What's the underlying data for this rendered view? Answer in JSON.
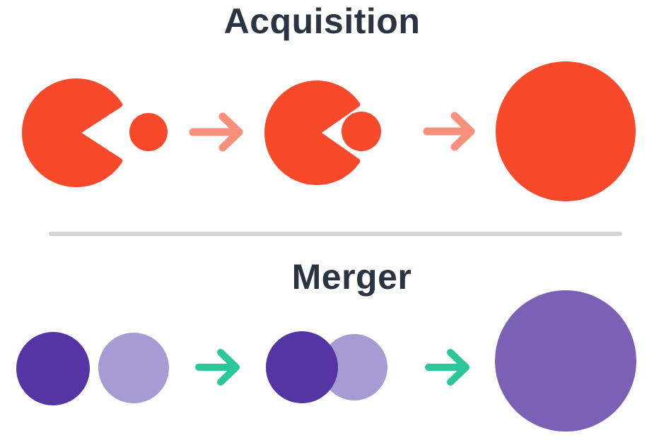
{
  "titles": {
    "acquisition": "Acquisition",
    "merger": "Merger"
  },
  "colors": {
    "background": "#ffffff",
    "title_text": "#2b3542",
    "acquisition_shape": "#f84a2b",
    "acquisition_arrow": "#f9907b",
    "merger_dark": "#5534a3",
    "merger_light": "#a79bd3",
    "merger_merged": "#7a61b6",
    "merger_arrow": "#2bc79b",
    "divider": "#d3d3d5"
  },
  "icons": {
    "acquisition_stage1": "pacman-acquirer-with-target-circle",
    "acquisition_stage2": "pacman-absorbing-target-circle",
    "acquisition_stage3": "single-combined-circle",
    "acquisition_arrow": "right-arrow",
    "merger_stage1": "two-separate-circles",
    "merger_stage2": "two-overlapping-circles",
    "merger_stage3": "single-merged-circle",
    "merger_arrow": "right-arrow"
  }
}
